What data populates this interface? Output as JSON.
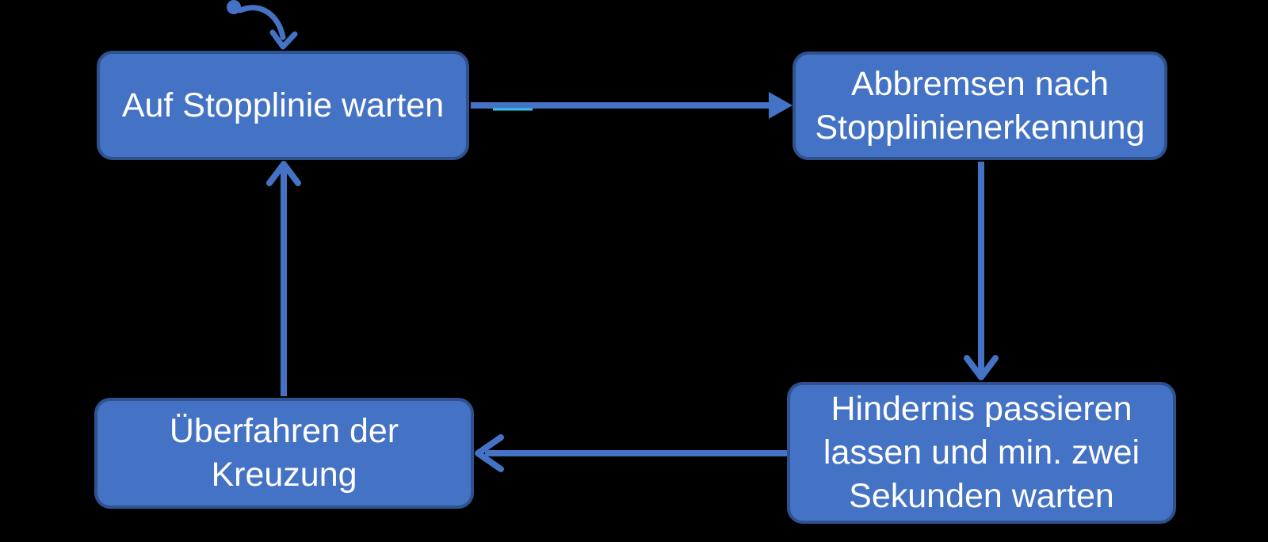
{
  "diagram": {
    "type": "state-machine-flowchart",
    "colors": {
      "background": "#000000",
      "node_fill": "#4472C4",
      "node_border": "#2F528F",
      "arrow": "#4472C4",
      "text": "#FFFFFF",
      "artifact_cyan": "#35C4E8"
    },
    "nodes": [
      {
        "id": "wait-at-stopline",
        "label": "Auf Stopplinie warten"
      },
      {
        "id": "brake-after-detection",
        "label": "Abbremsen nach\nStopplinienerkennung"
      },
      {
        "id": "let-obstacle-pass",
        "label": "Hindernis passieren\nlassen und min. zwei\nSekunden warten"
      },
      {
        "id": "cross-intersection",
        "label": "Überfahren der\nKreuzung"
      }
    ],
    "edges": [
      {
        "from": "start-dot",
        "to": "wait-at-stopline",
        "style": "curved-self-entry"
      },
      {
        "from": "wait-at-stopline",
        "to": "brake-after-detection",
        "style": "solid-triangle-head"
      },
      {
        "from": "brake-after-detection",
        "to": "let-obstacle-pass",
        "style": "open-v-head"
      },
      {
        "from": "let-obstacle-pass",
        "to": "cross-intersection",
        "style": "open-v-head"
      },
      {
        "from": "cross-intersection",
        "to": "wait-at-stopline",
        "style": "open-v-head"
      }
    ]
  }
}
